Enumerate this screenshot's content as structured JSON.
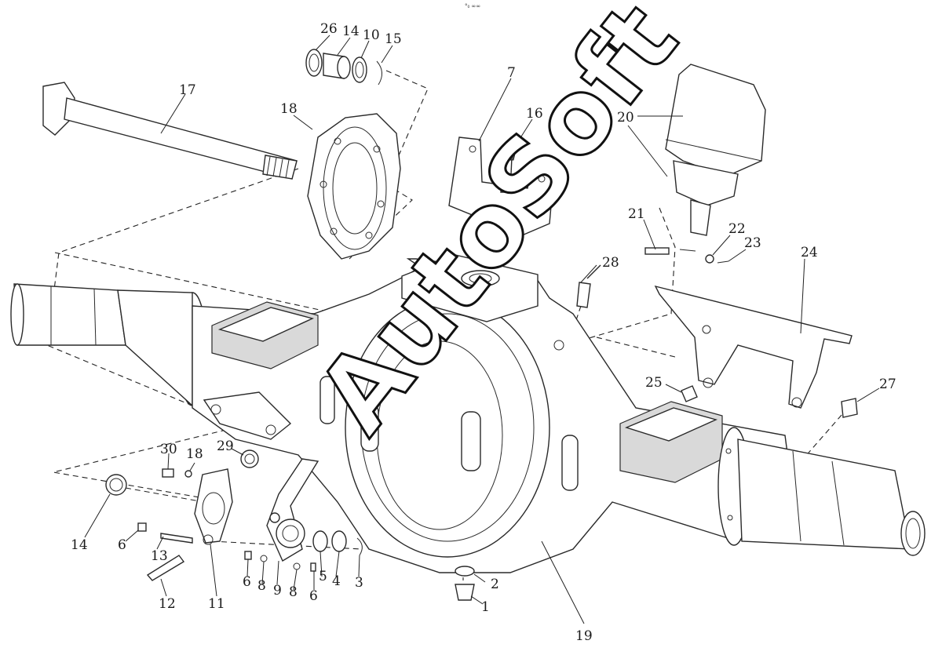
{
  "top_mark": "°₀ ∞∞",
  "watermark": "AutoSoft",
  "labels": {
    "l1": "1",
    "l2": "2",
    "l3": "3",
    "l4": "4",
    "l5": "5",
    "l6a": "6",
    "l6b": "6",
    "l6c": "6",
    "l7": "7",
    "l8a": "8",
    "l8b": "8",
    "l9": "9",
    "l10": "10",
    "l11": "11",
    "l12": "12",
    "l13": "13",
    "l14a": "14",
    "l14b": "14",
    "l15": "15",
    "l16": "16",
    "l17": "17",
    "l18a": "18",
    "l18b": "18",
    "l19": "19",
    "l20": "20",
    "l21": "21",
    "l22": "22",
    "l23": "23",
    "l24": "24",
    "l25": "25",
    "l26": "26",
    "l27": "27",
    "l28": "28",
    "l29": "29",
    "l30": "30"
  }
}
